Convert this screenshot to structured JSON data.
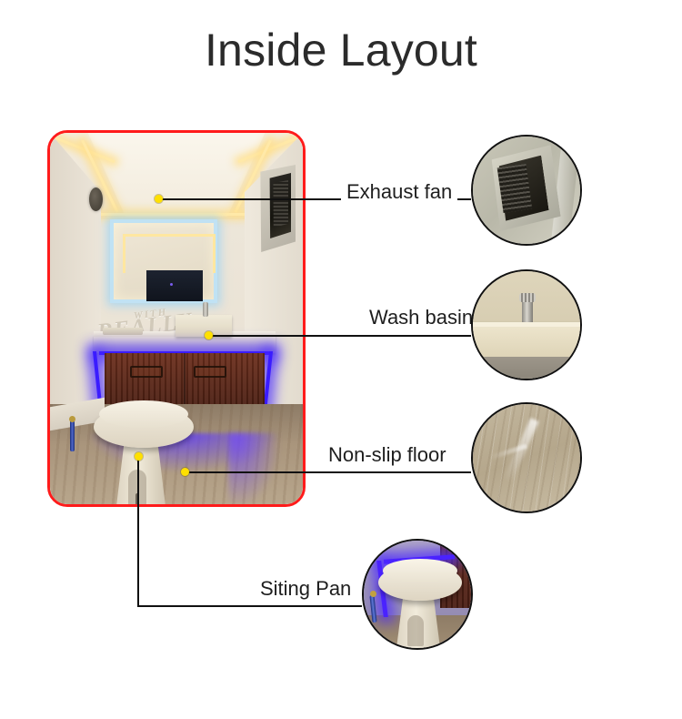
{
  "page": {
    "title": "Inside Layout",
    "accent_border_color": "#ff1b1b",
    "marker_color": "#ffe000",
    "leader_line_color": "#111111",
    "background": "#ffffff"
  },
  "photo": {
    "name": "portable-toilet-interior-photo",
    "decal_text": "REALLY",
    "decal_small_text": "WITH"
  },
  "callouts": [
    {
      "id": "exhaust-fan",
      "label": "Exhaust fan",
      "detail_name": "exhaust-fan-detail-circle"
    },
    {
      "id": "wash-basin",
      "label": "Wash basin",
      "detail_name": "wash-basin-detail-circle"
    },
    {
      "id": "non-slip-floor",
      "label": "Non-slip floor",
      "detail_name": "non-slip-floor-detail-circle"
    },
    {
      "id": "siting-pan",
      "label": "Siting Pan",
      "detail_name": "siting-pan-detail-circle"
    }
  ]
}
